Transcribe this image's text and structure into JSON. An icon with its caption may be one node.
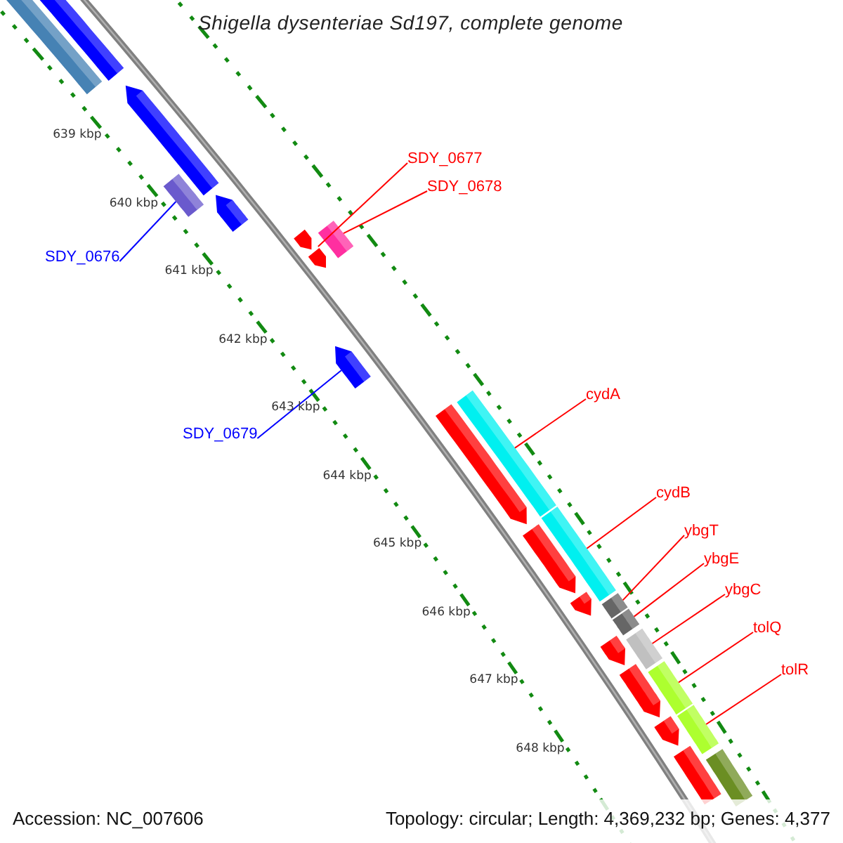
{
  "diagram": {
    "title": "Shigella dysenteriae Sd197, complete genome",
    "nodes": [
      {
        "text": [
          "SDY_0677"
        ]
      },
      {
        "text": [
          "SDY_0678"
        ]
      },
      {
        "text": [
          "SDY_0676"
        ]
      },
      {
        "text": [
          "SDY_0679"
        ]
      },
      {
        "text": [
          "cydA"
        ]
      },
      {
        "text": [
          "cydB"
        ]
      },
      {
        "text": [
          "ybgT"
        ]
      },
      {
        "text": [
          "ybgE"
        ]
      },
      {
        "text": [
          "ybgC"
        ]
      },
      {
        "text": [
          "tolQ"
        ]
      },
      {
        "text": [
          "tolR"
        ]
      },
      {
        "text": [],
        "shape": "arrow"
      },
      {
        "text": [],
        "shape": "bar"
      },
      {
        "text": [],
        "shape": "bar"
      },
      {
        "text": [],
        "shape": "bar"
      },
      {
        "text": [],
        "shape": "bar"
      },
      {
        "text": [],
        "shape": "bar"
      },
      {
        "text": [],
        "shape": "bar"
      },
      {
        "text": [],
        "shape": "bar"
      },
      {
        "text": [],
        "shape": "bar"
      },
      {
        "text": [],
        "shape": "bar"
      },
      {
        "text": [],
        "shape": "bar"
      },
      {
        "text": [],
        "shape": "bar"
      },
      {
        "text": [],
        "shape": "bar"
      },
      {
        "text": [],
        "shape": "bar"
      },
      {
        "text": [],
        "shape": "bar"
      },
      {
        "text": [],
        "shape": "bar"
      },
      {
        "text": [],
        "shape": "bar"
      },
      {
        "text": [],
        "shape": "bar"
      },
      {
        "text": [],
        "shape": "bar"
      },
      {
        "text": [],
        "shape": "bar"
      },
      {
        "text": [],
        "shape": "bar"
      },
      {
        "text": [],
        "shape": "bar"
      },
      {
        "text": [],
        "shape": "bar"
      }
    ],
    "edges": [
      {
        "from": 0,
        "to": 11,
        "arrow": "none"
      },
      {
        "from": 1,
        "to": 12,
        "arrow": "none"
      },
      {
        "from": 2,
        "to": 13,
        "arrow": "none",
        "color": "#0000ff"
      },
      {
        "from": 3,
        "to": 14,
        "arrow": "none",
        "color": "#0000ff"
      },
      {
        "from": 4,
        "to": 15,
        "arrow": "none"
      },
      {
        "from": 5,
        "to": 16,
        "arrow": "none"
      },
      {
        "from": 6,
        "to": 17,
        "arrow": "none"
      },
      {
        "from": 7,
        "to": 18,
        "arrow": "none"
      },
      {
        "from": 8,
        "to": 19,
        "arrow": "none"
      },
      {
        "from": 9,
        "to": 20,
        "arrow": "none"
      },
      {
        "from": 10,
        "to": 21,
        "arrow": "none"
      }
    ],
    "labels": [
      "639 kbp",
      "640 kbp",
      "641 kbp",
      "642 kbp",
      "643 kbp",
      "644 kbp",
      "645 kbp",
      "646 kbp",
      "647 kbp",
      "648 kbp",
      "Accession: NC_007606",
      "Topology: circular; Length: 4,369,232 bp; Genes: 4,377"
    ]
  }
}
